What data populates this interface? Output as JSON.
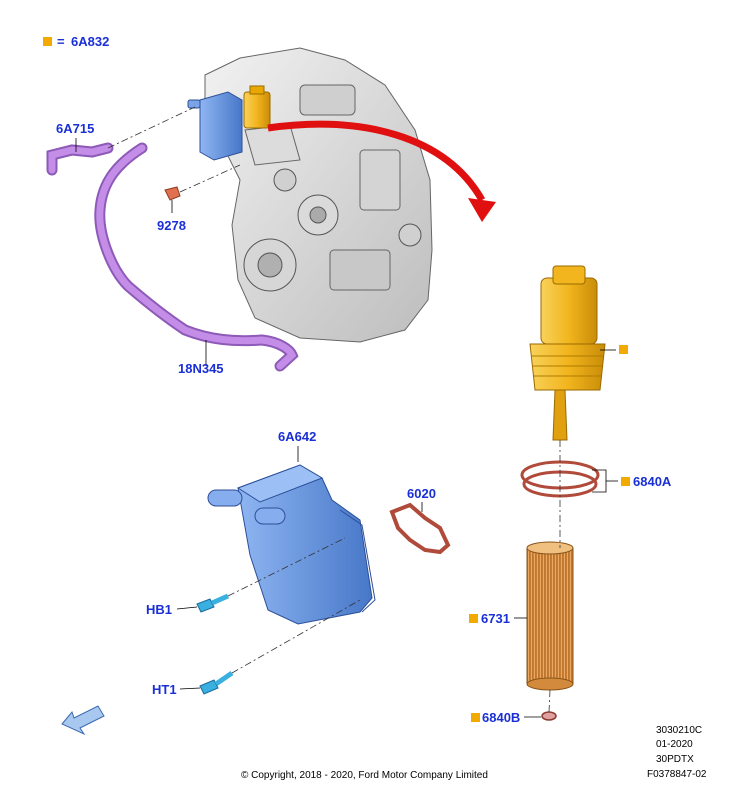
{
  "legend": {
    "marker_color": "#f2a900",
    "equals": "=",
    "part": "6A832"
  },
  "parts": {
    "6A715": "6A715",
    "9278": "9278",
    "18N345": "18N345",
    "6A642": "6A642",
    "6020": "6020",
    "HB1": "HB1",
    "HT1": "HT1",
    "6840A": "6840A",
    "6731": "6731",
    "6840B": "6840B"
  },
  "meta": {
    "line1": "3030210C",
    "line2": "01-2020",
    "line3": "30PDTX",
    "line4": "F0378847-02"
  },
  "copyright": "© Copyright, 2018 - 2020, Ford Motor Company Limited",
  "colors": {
    "callout": "#1a2fd6",
    "marker": "#f2a900",
    "cooler": "#5b8fe0",
    "hose": "#b77fe0",
    "filter_housing": "#f0b820",
    "filter_element": "#e8a050",
    "seal": "#d07070",
    "arrow": "#e01010",
    "bolt": "#3ab0e0"
  },
  "icons": {
    "view_direction": "view-arrow-icon"
  }
}
